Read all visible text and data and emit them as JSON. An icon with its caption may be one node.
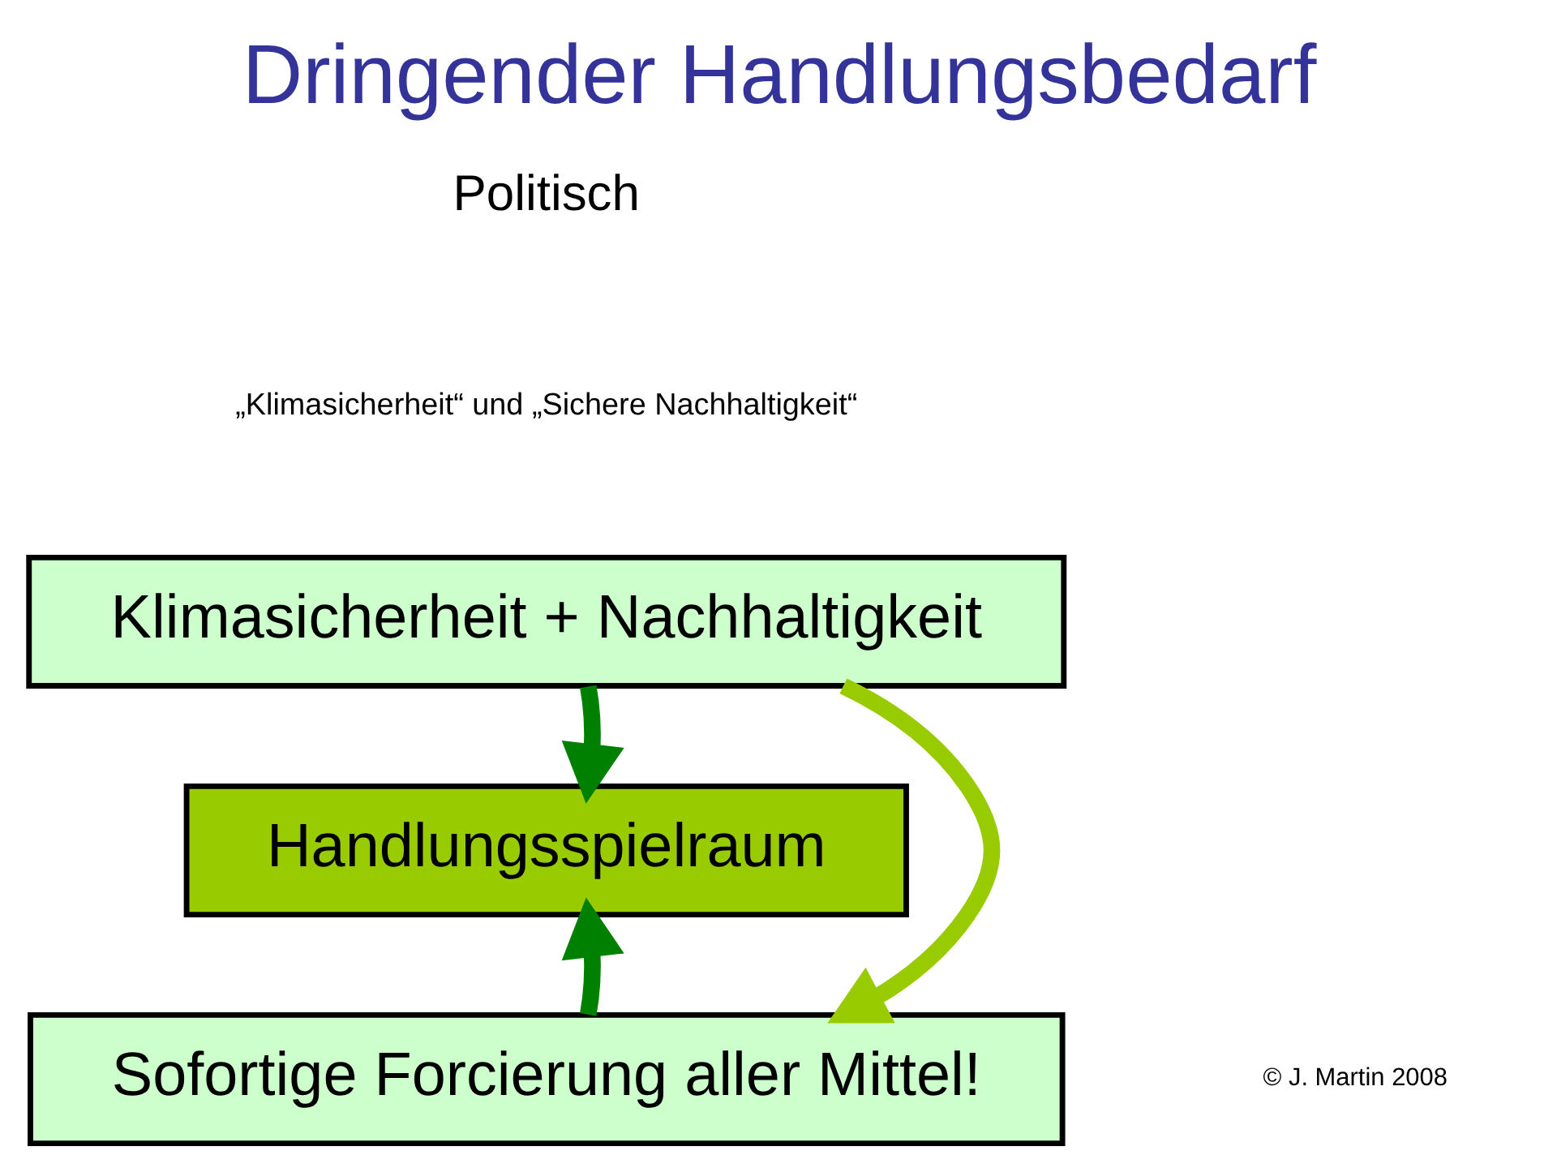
{
  "diagram": {
    "title": "Dringender Handlungsbedarf",
    "nodes": [
      {
        "text": [
          "Klimasicherheit + Nachhaltigkeit"
        ]
      },
      {
        "text": [
          "Handlungsspielraum"
        ]
      },
      {
        "text": [
          "Sofortige Forcierung aller Mittel!"
        ]
      }
    ],
    "edges": [
      {
        "from": 0,
        "to": 1,
        "arrow": "to"
      },
      {
        "from": 2,
        "to": 1,
        "arrow": "to"
      },
      {
        "from": 0,
        "to": 2,
        "arrow": "to",
        "color": "#99cc00"
      }
    ],
    "labels": [
      "Politisch",
      "„Klimasicherheit“ und „Sichere Nachhaltigkeit“",
      "© J. Martin 2008"
    ]
  }
}
